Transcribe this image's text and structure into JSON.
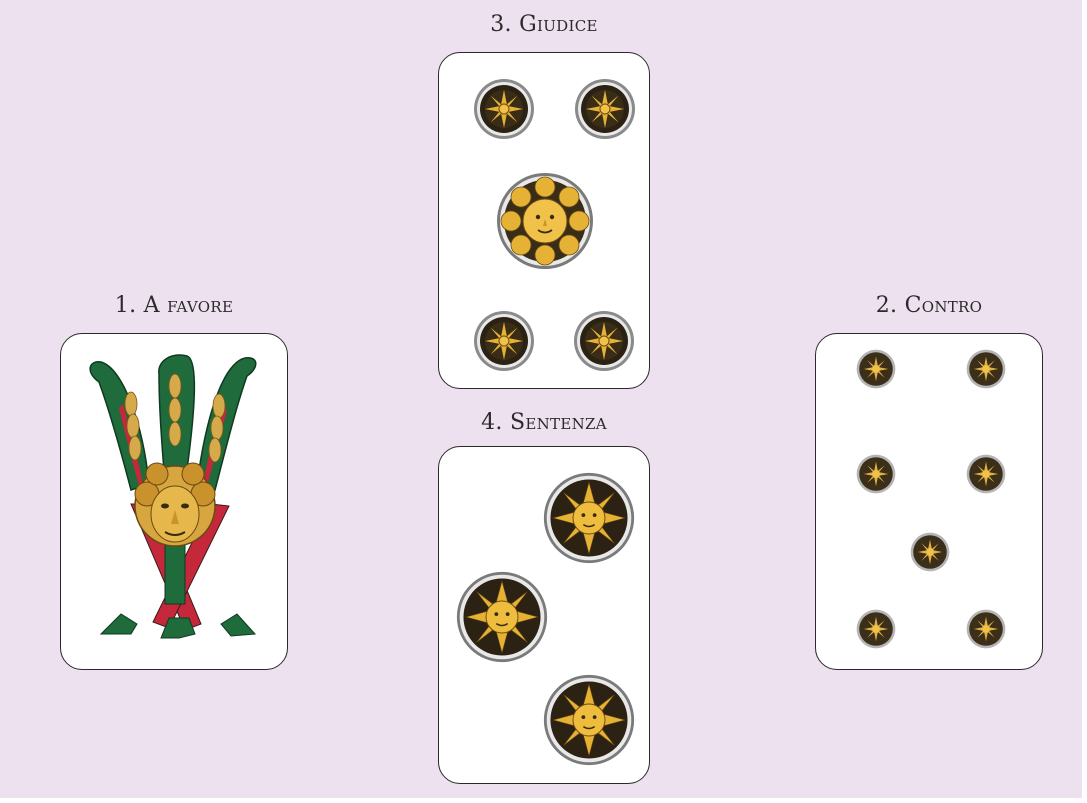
{
  "cards": {
    "favore": {
      "label": "1. A favore",
      "suit": "bastoni",
      "rank": "fante"
    },
    "contro": {
      "label": "2. Contro",
      "suit": "denari",
      "pips": 7
    },
    "giudice": {
      "label": "3. Giudice",
      "suit": "denari",
      "pips": 5
    },
    "sentenza": {
      "label": "4. Sentenza",
      "suit": "denari",
      "pips": 3
    }
  },
  "colors": {
    "background": "#eee1ef",
    "coin_gold": "#e6b235",
    "coin_dark": "#2b2214",
    "club_green": "#1f6b3c",
    "club_red": "#c5283b",
    "wheat": "#d6a94a"
  },
  "icons": [
    "sun-coin-icon",
    "star-coin-icon",
    "jack-of-clubs-figure"
  ]
}
